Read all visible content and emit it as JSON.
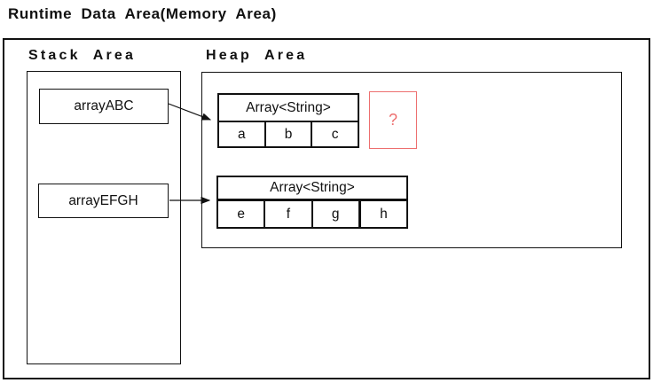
{
  "title": "Runtime Data Area(Memory Area)",
  "colors": {
    "line": "#111111",
    "accent_red": "#ed6f6f"
  },
  "stack": {
    "label": "Stack Area",
    "variables": [
      {
        "label": "arrayABC"
      },
      {
        "label": "arrayEFGH"
      }
    ]
  },
  "heap": {
    "label": "Heap Area",
    "arrays": [
      {
        "header": "Array<String>",
        "cells": [
          "a",
          "b",
          "c"
        ]
      },
      {
        "header": "Array<String>",
        "cells": [
          "e",
          "f",
          "g",
          "h"
        ]
      }
    ],
    "unknown": {
      "label": "?"
    }
  },
  "pointers": [
    {
      "from": "arrayABC",
      "to": "Array<String> [a,b,c]"
    },
    {
      "from": "arrayEFGH",
      "to": "Array<String> [e,f,g,h]"
    }
  ]
}
